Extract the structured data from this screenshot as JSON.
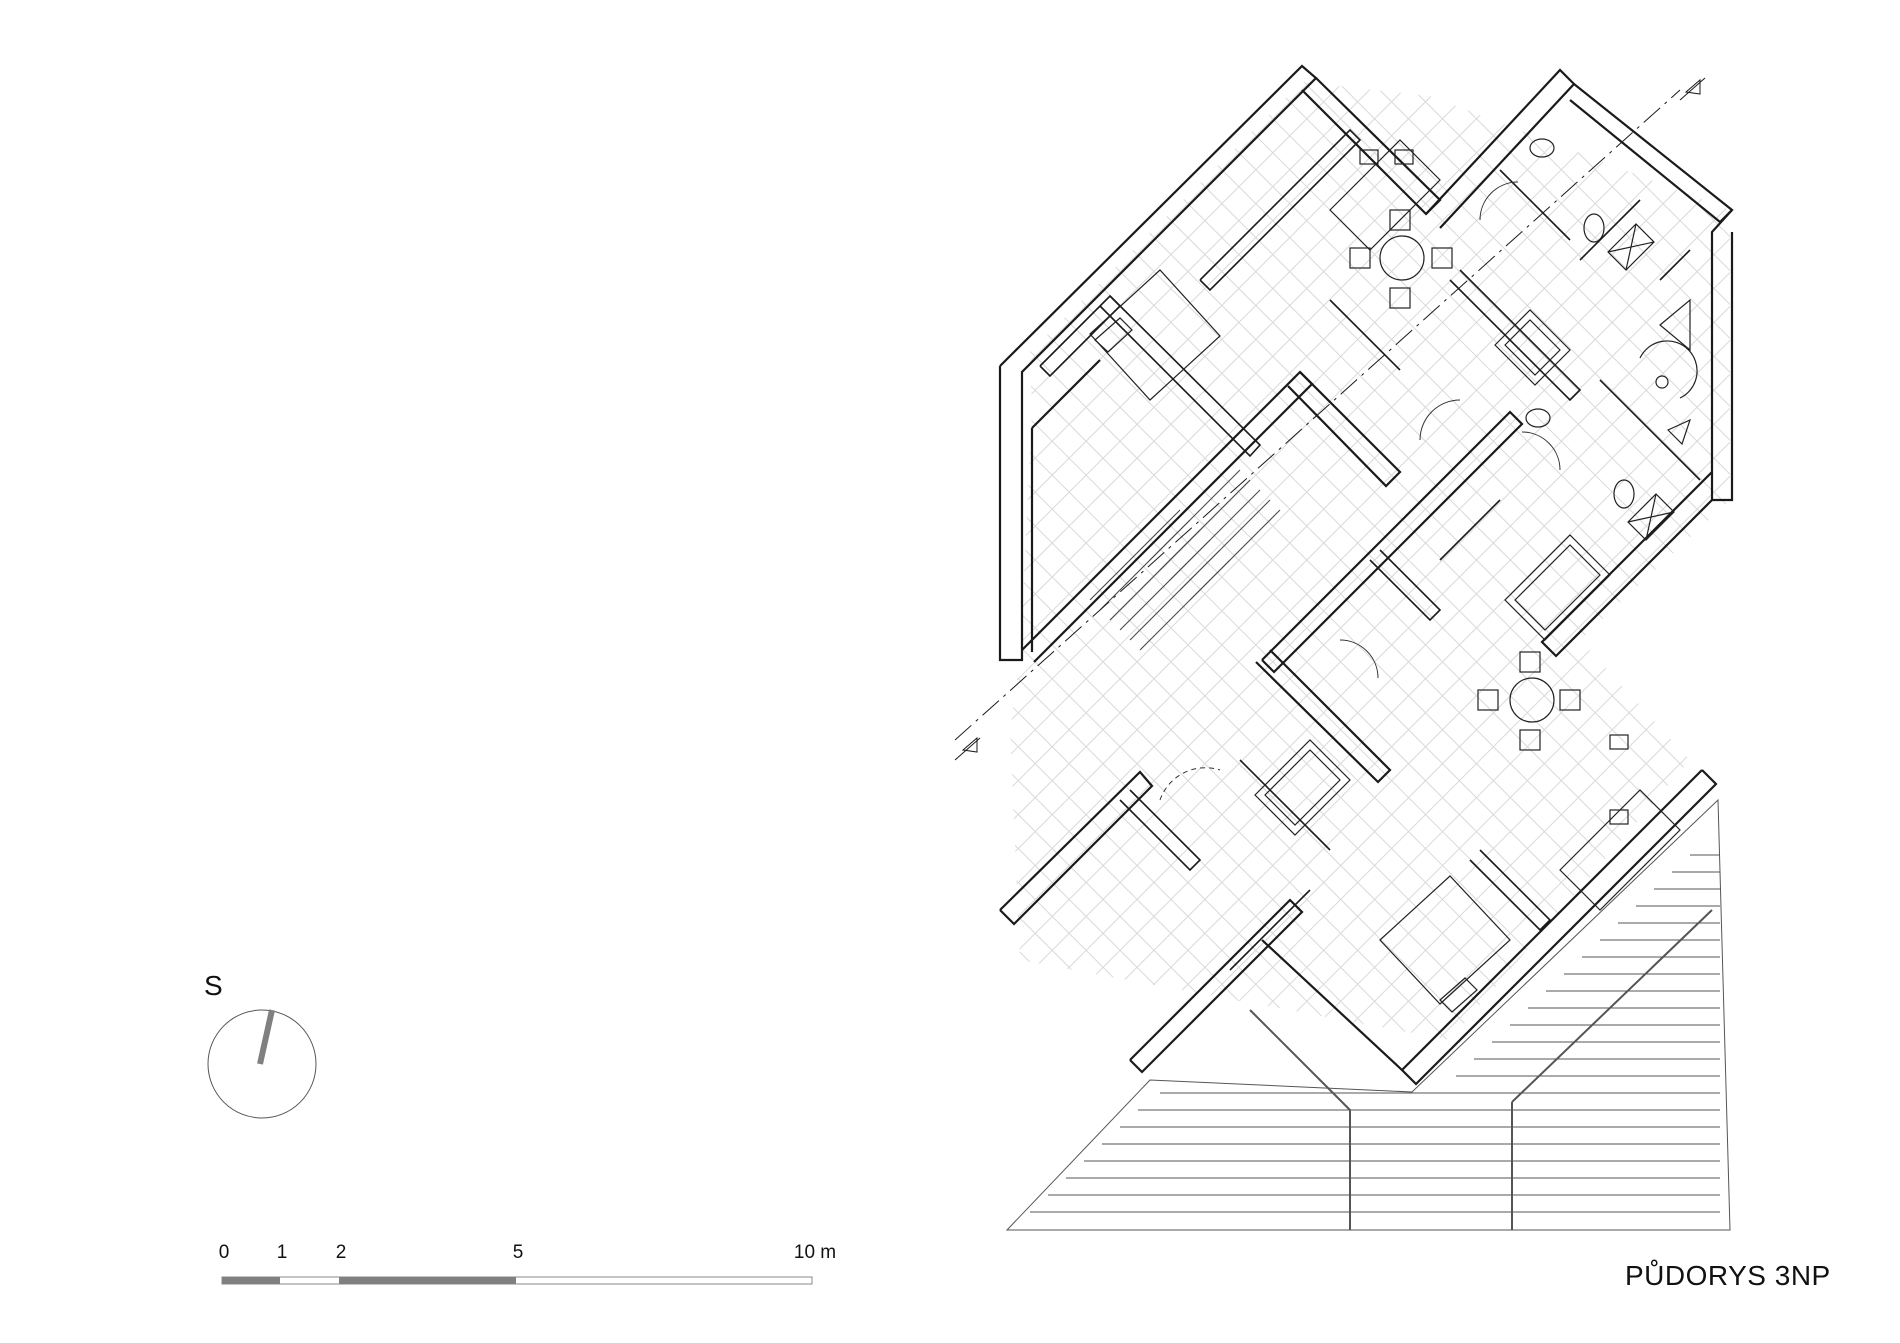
{
  "title": "PŮDORYS 3NP",
  "north_arrow": {
    "label": "S"
  },
  "scale_bar": {
    "unit": "m",
    "ticks": [
      "0",
      "1",
      "2",
      "5",
      "10 m"
    ]
  },
  "colors": {
    "line": "#1a1a1a",
    "hatch": "#cccccc",
    "scale_dark": "#808080",
    "background": "#ffffff"
  }
}
